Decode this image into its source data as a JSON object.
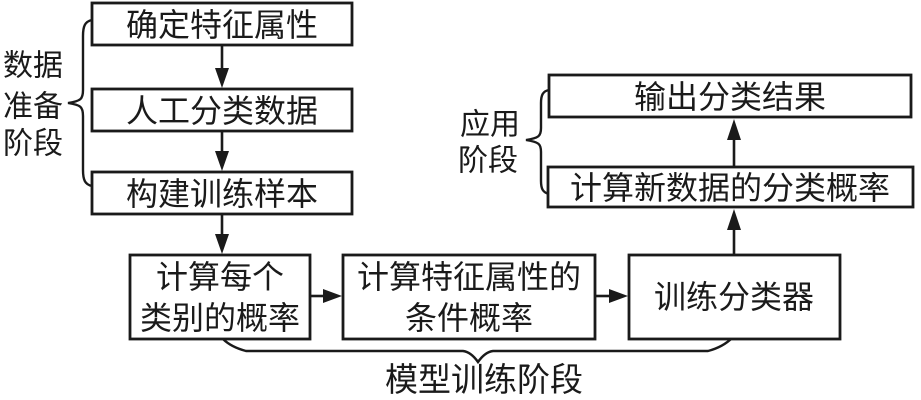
{
  "colors": {
    "ink": "#1a1a1a",
    "background": "#ffffff"
  },
  "stages": {
    "data_prep": {
      "lines": [
        "数据",
        "准备",
        "阶段"
      ]
    },
    "application": {
      "lines": [
        "应用",
        "阶段"
      ]
    },
    "model_training": {
      "label": "模型训练阶段"
    }
  },
  "nodes": {
    "determine_features": {
      "label": "确定特征属性"
    },
    "manual_classified_data": {
      "label": "人工分类数据"
    },
    "build_training_samples": {
      "label": "构建训练样本"
    },
    "class_probability": {
      "lines": [
        "计算每个",
        "类别的概率"
      ]
    },
    "conditional_probability": {
      "lines": [
        "计算特征属性的",
        "条件概率"
      ]
    },
    "train_classifier": {
      "label": "训练分类器"
    },
    "output_result": {
      "label": "输出分类结果"
    },
    "new_data_probability": {
      "label": "计算新数据的分类概率"
    }
  }
}
